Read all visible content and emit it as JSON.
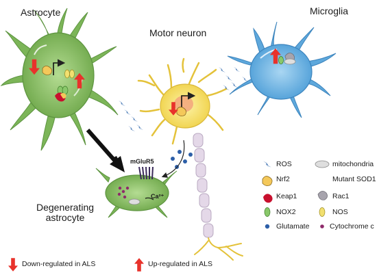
{
  "labels": {
    "astrocyte": "Astrocyte",
    "microglia": "Microglia",
    "motor_neuron": "Motor neuron",
    "degenerating_line1": "Degenerating",
    "degenerating_line2": "astrocyte",
    "mglur5": "mGluR5",
    "ca": "Ca²⁺"
  },
  "legend": {
    "ros": "ROS",
    "mitochondria": "mitochondria",
    "nrf2": "Nrf2",
    "mutant_sod1": "Mutant SOD1",
    "keap1": "Keap1",
    "rac1": "Rac1",
    "nox2": "NOX2",
    "nos": "NOS",
    "glutamate": "Glutamate",
    "cytochrome_c": "Cytochrome c"
  },
  "bottom_legend": {
    "down": "Down-regulated in ALS",
    "up": "Up-regulated in ALS"
  },
  "colors": {
    "astrocyte_fill": "#8dc26a",
    "microglia_fill": "#6fb4e3",
    "neuron_fill": "#f6e36a",
    "axon_fill": "#e4d8e8",
    "arrow_red": "#e8322b",
    "ros_blue": "#3a6fb0",
    "sod1_navy": "#1e2f5c",
    "keap1_red": "#c8102e",
    "nrf2_yellow": "#f4c85a",
    "nox2_green": "#89c86a",
    "nos_yellow": "#f2e070",
    "rac1_grey": "#a7a4ad",
    "glutamate_blue": "#2d5fa8",
    "cytc_purple": "#8e2a6a"
  }
}
